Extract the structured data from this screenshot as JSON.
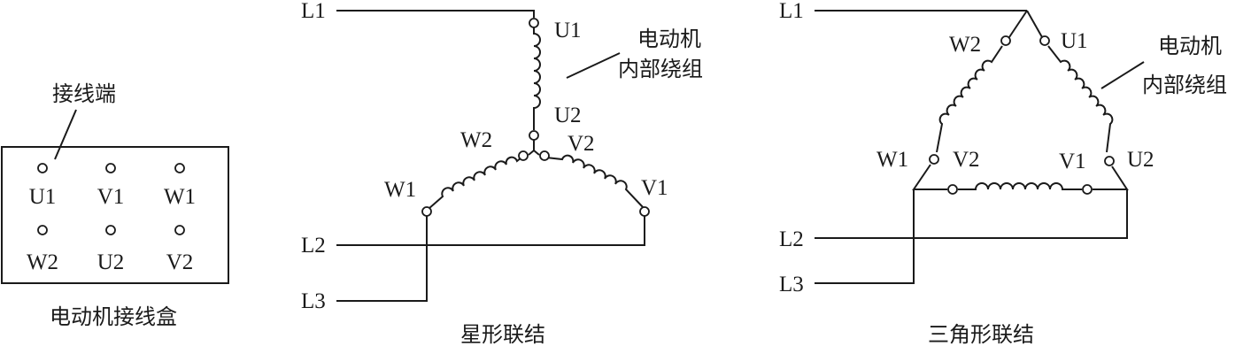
{
  "junction_box": {
    "pointer_label": "接线端",
    "caption": "电动机接线盒",
    "top_row": [
      "U1",
      "V1",
      "W1"
    ],
    "bottom_row": [
      "W2",
      "U2",
      "V2"
    ]
  },
  "star": {
    "caption": "星形联结",
    "lines": {
      "l1": "L1",
      "l2": "L2",
      "l3": "L3"
    },
    "terminals": {
      "u1": "U1",
      "u2": "U2",
      "w2": "W2",
      "v2": "V2",
      "w1": "W1",
      "v1": "V1"
    },
    "winding_note": [
      "电动机",
      "内部绕组"
    ]
  },
  "delta": {
    "caption": "三角形联结",
    "lines": {
      "l1": "L1",
      "l2": "L2",
      "l3": "L3"
    },
    "terminals": {
      "w2": "W2",
      "u1": "U1",
      "w1": "W1",
      "v2": "V2",
      "v1": "V1",
      "u2": "U2"
    },
    "winding_note": [
      "电动机",
      "内部绕组"
    ]
  }
}
